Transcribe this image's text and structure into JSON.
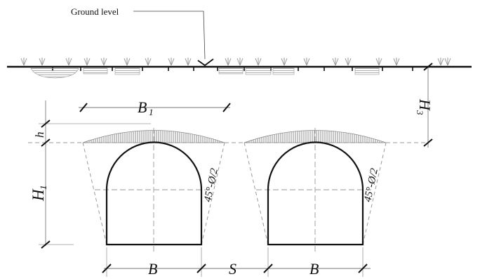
{
  "labels": {
    "ground_level": "Ground level",
    "b1": "B",
    "b1_sub": "1",
    "h_small": "h",
    "h1": "H",
    "h1_sub": "1",
    "h3": "H",
    "h3_sub": "3",
    "b_left": "B",
    "s": "S",
    "b_right": "B",
    "angle_left": "45°-Ø/2",
    "angle_right": "45°-Ø/2"
  },
  "colors": {
    "ink": "#111111",
    "dashed": "#9a9a9a",
    "hatch": "#8c8c8c",
    "soil_patch": "#bfbfbf"
  }
}
